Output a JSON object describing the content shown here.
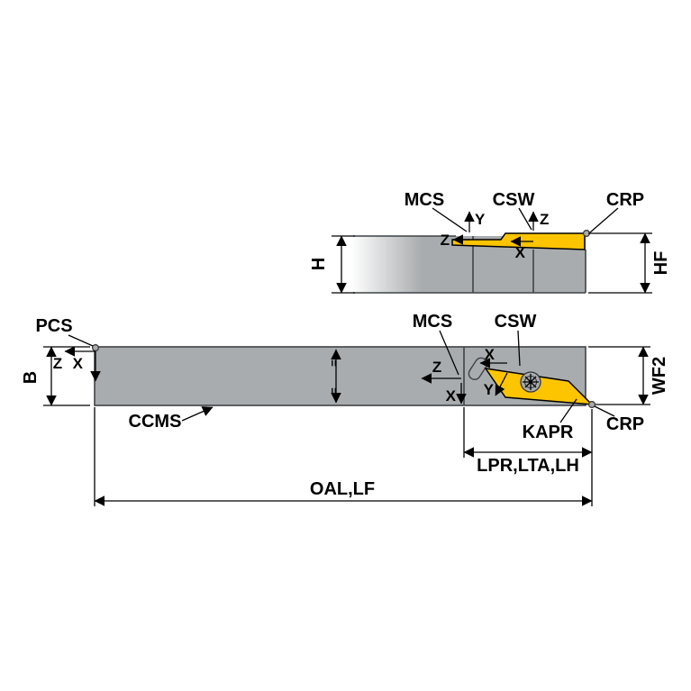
{
  "colors": {
    "body_gray": "#a9acae",
    "body_edge": "#3f4346",
    "insert_yellow": "#fdc500",
    "line_black": "#000000",
    "white": "#ffffff"
  },
  "labels": {
    "mcs": "MCS",
    "csw": "CSW",
    "crp": "CRP",
    "pcs": "PCS",
    "ccms": "CCMS",
    "kapr": "KAPR",
    "h": "H",
    "hf": "HF",
    "b": "B",
    "wf2": "WF2",
    "lpr_lta_lh": "LPR,LTA,LH",
    "oal_lf": "OAL,LF",
    "axis_x": "X",
    "axis_y": "Y",
    "axis_z": "Z",
    "equal_mark": "="
  }
}
